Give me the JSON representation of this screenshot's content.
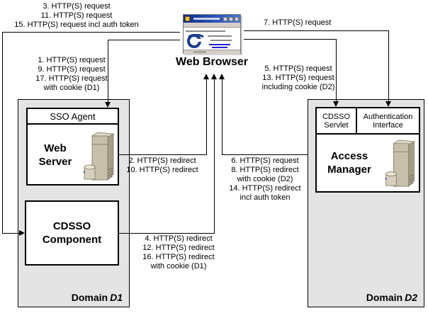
{
  "browser": {
    "label": "Web Browser"
  },
  "domain1": {
    "name": "Domain",
    "id": "D1",
    "sso_agent": "SSO Agent",
    "web_server": "Web Server",
    "cdsso_component": "CDSSO Component"
  },
  "domain2": {
    "name": "Domain",
    "id": "D2",
    "cdsso_servlet": "CDSSO Servlet",
    "auth_interface": "Authentication Interface",
    "access_manager": "Access Manager"
  },
  "flows": {
    "browser_to_cdsso_component": {
      "lines": [
        "3. HTTP(S) request",
        "11. HTTP(S) request",
        "15. HTTP(S) request incl auth token"
      ]
    },
    "browser_to_sso_agent": {
      "lines": [
        "1. HTTP(S) request",
        "9. HTTP(S) request",
        "17. HTTP(S) request",
        "with cookie (D1)"
      ]
    },
    "browser_to_auth_interface": {
      "lines": [
        "7. HTTP(S) request"
      ]
    },
    "browser_to_cdsso_servlet": {
      "lines": [
        "5. HTTP(S) request",
        "13. HTTP(S) request",
        "including cookie (D2)"
      ]
    },
    "web_server_to_browser": {
      "lines": [
        "2. HTTP(S) redirect",
        "10. HTTP(S) redirect"
      ]
    },
    "access_manager_to_browser": {
      "lines": [
        "6. HTTP(S) request",
        "8. HTTP(S) redirect",
        "with cookie (D2)",
        "14. HTTP(S) redirect",
        "incl auth token"
      ]
    },
    "cdsso_component_to_browser": {
      "lines": [
        "4. HTTP(S) redirect",
        "12. HTTP(S) redirect",
        "16. HTTP(S) redirect",
        "with cookie (D1)"
      ]
    }
  },
  "colors": {
    "domain_fill": "#e4e4e4",
    "line": "#000000",
    "server_body": "#c6bfa9",
    "browser_titlebar": "#0a2a8c",
    "link_blue": "#2222cc"
  }
}
